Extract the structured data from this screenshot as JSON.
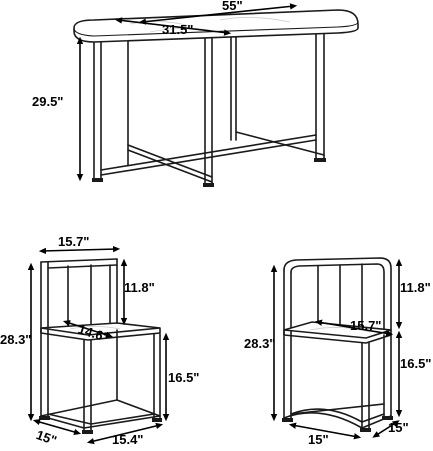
{
  "table": {
    "length_label": "55\"",
    "width_label": "31.5\"",
    "height_label": "29.5\""
  },
  "chair_left": {
    "width_label": "15.7\"",
    "back_label": "11.8\"",
    "total_height_label": "28.3\"",
    "seat_depth_label": "14.6\"",
    "seat_height_label": "16.5\"",
    "base_depth_label": "15\"",
    "base_width_label": "15.4\""
  },
  "chair_right": {
    "back_label": "11.8\"",
    "seat_width_label": "15.7\"",
    "total_height_label": "28.3\"",
    "seat_height_label": "16.5\"",
    "base_width_label": "15\"",
    "base_depth_label": "15\""
  }
}
